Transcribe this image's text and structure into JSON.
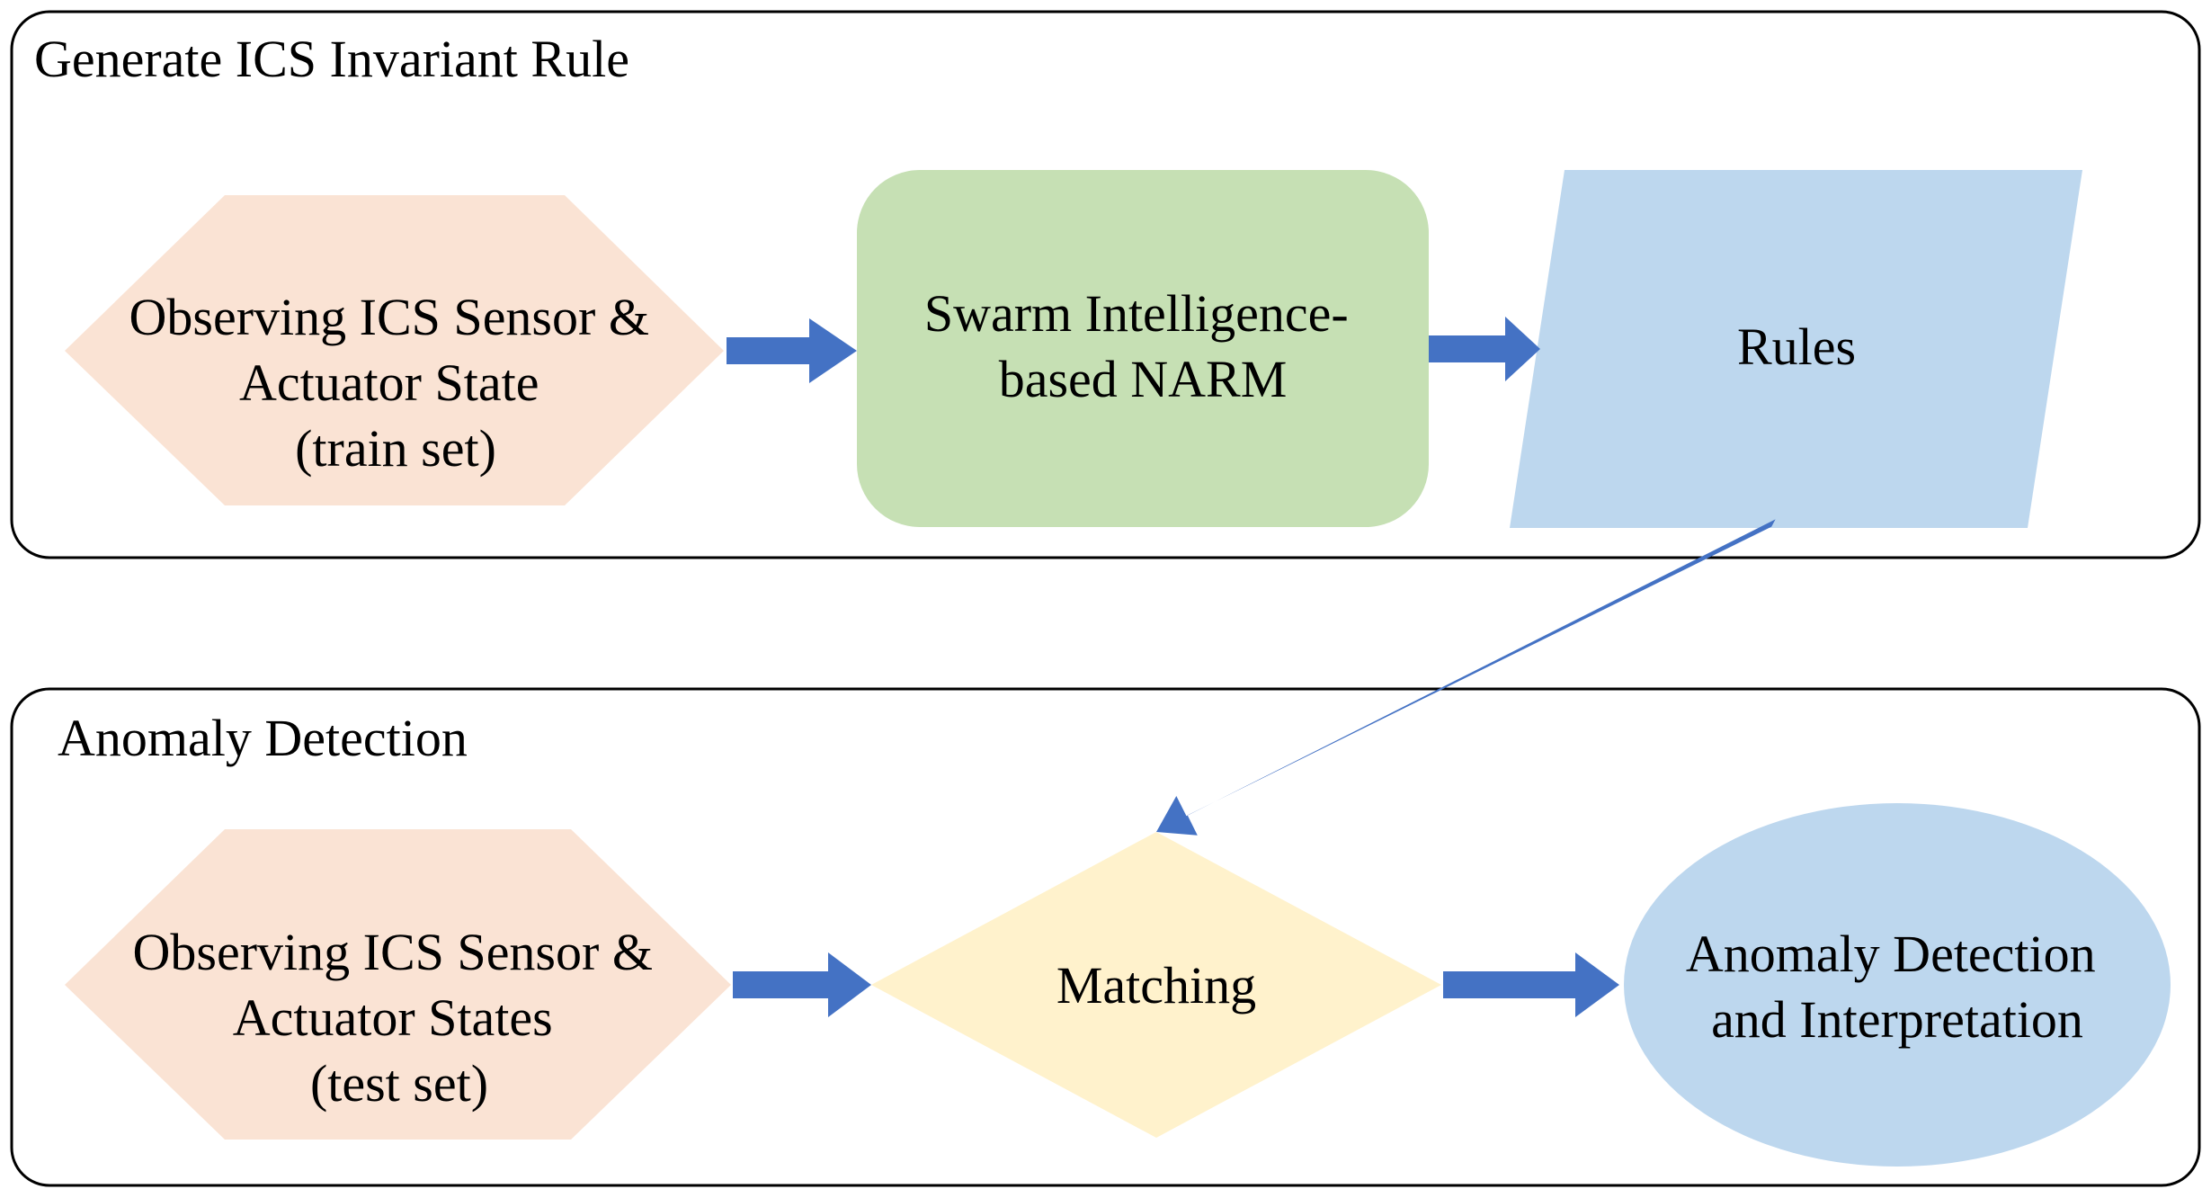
{
  "colors": {
    "hexagon_fill": "#fae3d4",
    "process_fill": "#c6e0b4",
    "rules_fill": "#bdd7ee",
    "matching_fill": "#fff2cc",
    "result_fill": "#bdd7ee",
    "arrow": "#4472c4",
    "panel_border": "#000000"
  },
  "panels": {
    "generate": {
      "title": "Generate ICS Invariant Rule"
    },
    "detection": {
      "title": "Anomaly Detection"
    }
  },
  "nodes": {
    "observe_train": {
      "shape": "hexagon",
      "lines": [
        "Observing ICS Sensor &",
        "Actuator State",
        "(train set)"
      ]
    },
    "narm": {
      "shape": "rounded-rectangle",
      "lines": [
        "Swarm Intelligence-",
        "based NARM"
      ]
    },
    "rules": {
      "shape": "parallelogram",
      "lines": [
        "Rules"
      ]
    },
    "observe_test": {
      "shape": "hexagon",
      "lines": [
        "Observing ICS Sensor &",
        "Actuator States",
        "(test set)"
      ]
    },
    "matching": {
      "shape": "diamond",
      "lines": [
        "Matching"
      ]
    },
    "result": {
      "shape": "ellipse",
      "lines": [
        "Anomaly Detection",
        "and Interpretation"
      ]
    }
  },
  "edges": [
    {
      "from": "observe_train",
      "to": "narm"
    },
    {
      "from": "narm",
      "to": "rules"
    },
    {
      "from": "rules",
      "to": "matching"
    },
    {
      "from": "observe_test",
      "to": "matching"
    },
    {
      "from": "matching",
      "to": "result"
    }
  ]
}
